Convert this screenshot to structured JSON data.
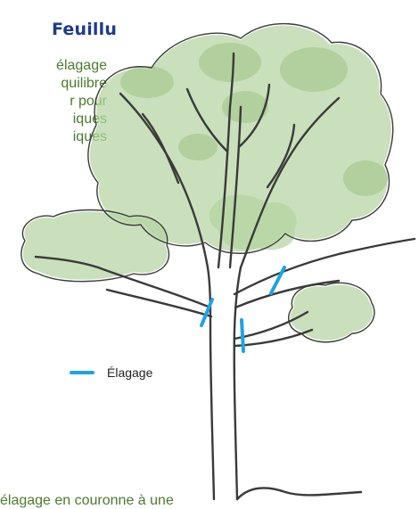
{
  "title": "Feuillu",
  "description_lines": [
    "élagage",
    "quilibre",
    "r pour",
    "iques",
    "iques"
  ],
  "legend": {
    "label": "Élagage",
    "color": "#1ea3e3",
    "icon": "pruning-line-icon"
  },
  "bottom_text": "élagage en couronne à une",
  "colors": {
    "foliage": "#b4d3a0",
    "foliage_dark": "#9cc284",
    "branch": "#3a3a3a",
    "cut": "#1ea3e3",
    "title": "#1e3a8a",
    "text": "#4c7a2e"
  }
}
